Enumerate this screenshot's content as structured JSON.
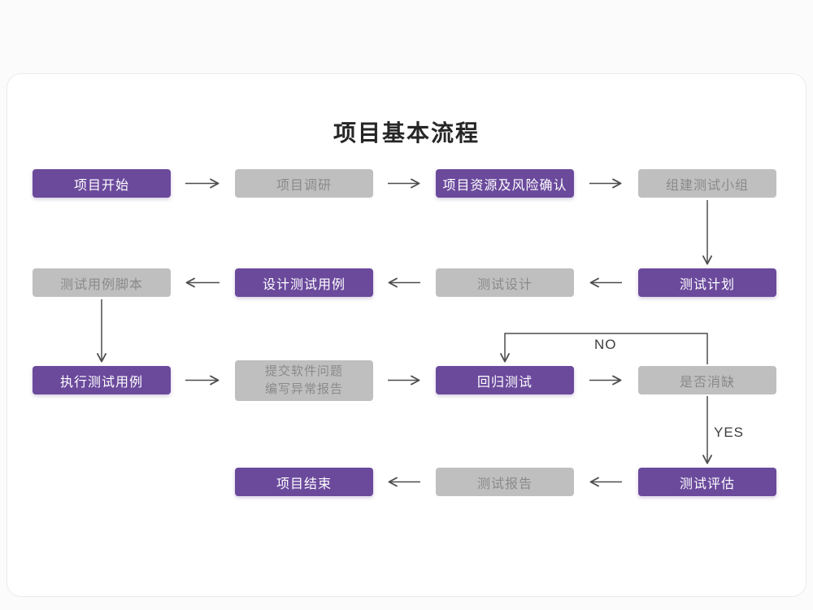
{
  "title": "项目基本流程",
  "nodes": [
    {
      "id": "project-start",
      "label": "项目开始",
      "type": "purple"
    },
    {
      "id": "project-research",
      "label": "项目调研",
      "type": "gray"
    },
    {
      "id": "resource-risk",
      "label": "项目资源及风险确认",
      "type": "purple"
    },
    {
      "id": "build-test-team",
      "label": "组建测试小组",
      "type": "gray"
    },
    {
      "id": "test-plan",
      "label": "测试计划",
      "type": "purple"
    },
    {
      "id": "test-design",
      "label": "测试设计",
      "type": "gray"
    },
    {
      "id": "design-test-case",
      "label": "设计测试用例",
      "type": "purple"
    },
    {
      "id": "test-case-script",
      "label": "测试用例脚本",
      "type": "gray"
    },
    {
      "id": "execute-test-case",
      "label": "执行测试用例",
      "type": "purple"
    },
    {
      "id": "submit-issue-report",
      "lines": [
        "提交软件问题",
        "编写异常报告"
      ],
      "type": "gray"
    },
    {
      "id": "regression-test",
      "label": "回归测试",
      "type": "purple"
    },
    {
      "id": "defect-cleared",
      "label": "是否消缺",
      "type": "gray"
    },
    {
      "id": "test-evaluation",
      "label": "测试评估",
      "type": "purple"
    },
    {
      "id": "test-report",
      "label": "测试报告",
      "type": "gray"
    },
    {
      "id": "project-end",
      "label": "项目结束",
      "type": "purple"
    }
  ],
  "branch_labels": {
    "no": "NO",
    "yes": "YES"
  },
  "colors": {
    "purple_node": "#6b4a9c",
    "gray_node": "#bfbfbf",
    "gray_node_text": "#8a8a8a",
    "arrow": "#4d4d4d",
    "title_text": "#262626"
  }
}
